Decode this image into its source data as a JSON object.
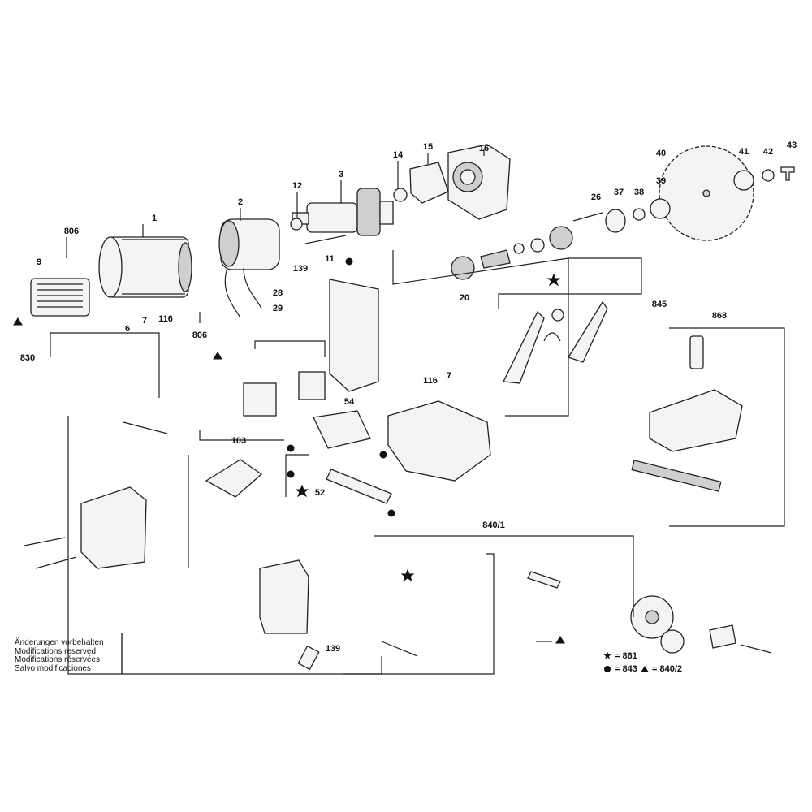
{
  "part_labels": [
    {
      "text": "1"
    },
    {
      "text": "2"
    },
    {
      "text": "3"
    },
    {
      "text": "12"
    },
    {
      "text": "14"
    },
    {
      "text": "15"
    },
    {
      "text": "16"
    },
    {
      "text": "806"
    },
    {
      "text": "9"
    },
    {
      "text": "6"
    },
    {
      "text": "7"
    },
    {
      "text": "116"
    },
    {
      "text": "806"
    },
    {
      "text": "28"
    },
    {
      "text": "29"
    },
    {
      "text": "139"
    },
    {
      "text": "11"
    },
    {
      "text": "20"
    },
    {
      "text": "26"
    },
    {
      "text": "37"
    },
    {
      "text": "38"
    },
    {
      "text": "39"
    },
    {
      "text": "40"
    },
    {
      "text": "41"
    },
    {
      "text": "42"
    },
    {
      "text": "43"
    },
    {
      "text": "845"
    },
    {
      "text": "830"
    },
    {
      "text": "868"
    },
    {
      "text": "116"
    },
    {
      "text": "7"
    },
    {
      "text": "54"
    },
    {
      "text": "103"
    },
    {
      "text": "52"
    },
    {
      "text": "840/1"
    },
    {
      "text": "139"
    }
  ],
  "notes": [
    "Änderungen vorbehalten",
    "Modifications reserved",
    "Modifications réservées",
    "Salvo modificaciones"
  ],
  "legend": [
    {
      "symbol": "star",
      "text": "= 861"
    },
    {
      "symbol": "dot",
      "text": "= 843"
    },
    {
      "symbol": "triangle",
      "text": "= 840/2"
    }
  ]
}
